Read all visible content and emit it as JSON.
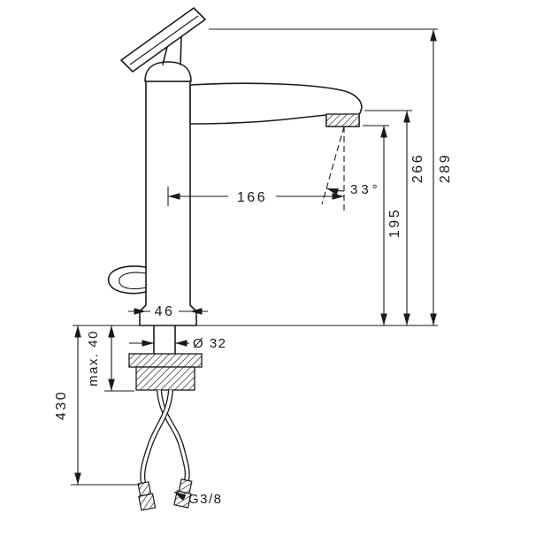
{
  "colors": {
    "background": "#ffffff",
    "line": "#1a1a1a"
  },
  "dimensions": {
    "overall_height": "289",
    "spout_top_height": "266",
    "outlet_height": "195",
    "spout_reach": "166",
    "base_width": "46",
    "hole_diameter": "Ø 32",
    "max_counter_thickness": "max. 40",
    "hose_length": "430",
    "jet_angle": "33°",
    "connection_thread": "G3/8"
  }
}
